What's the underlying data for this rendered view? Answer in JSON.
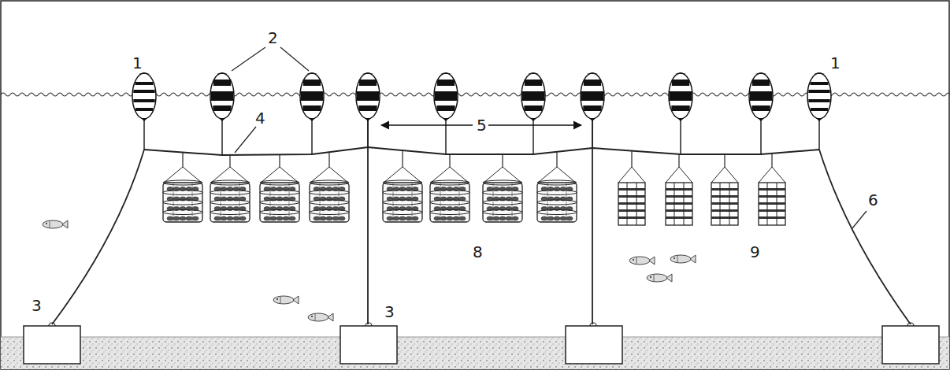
{
  "diagram": {
    "labels": [
      "1",
      "2",
      "1",
      "4",
      "5",
      "6",
      "8",
      "9",
      "3",
      "3"
    ]
  }
}
